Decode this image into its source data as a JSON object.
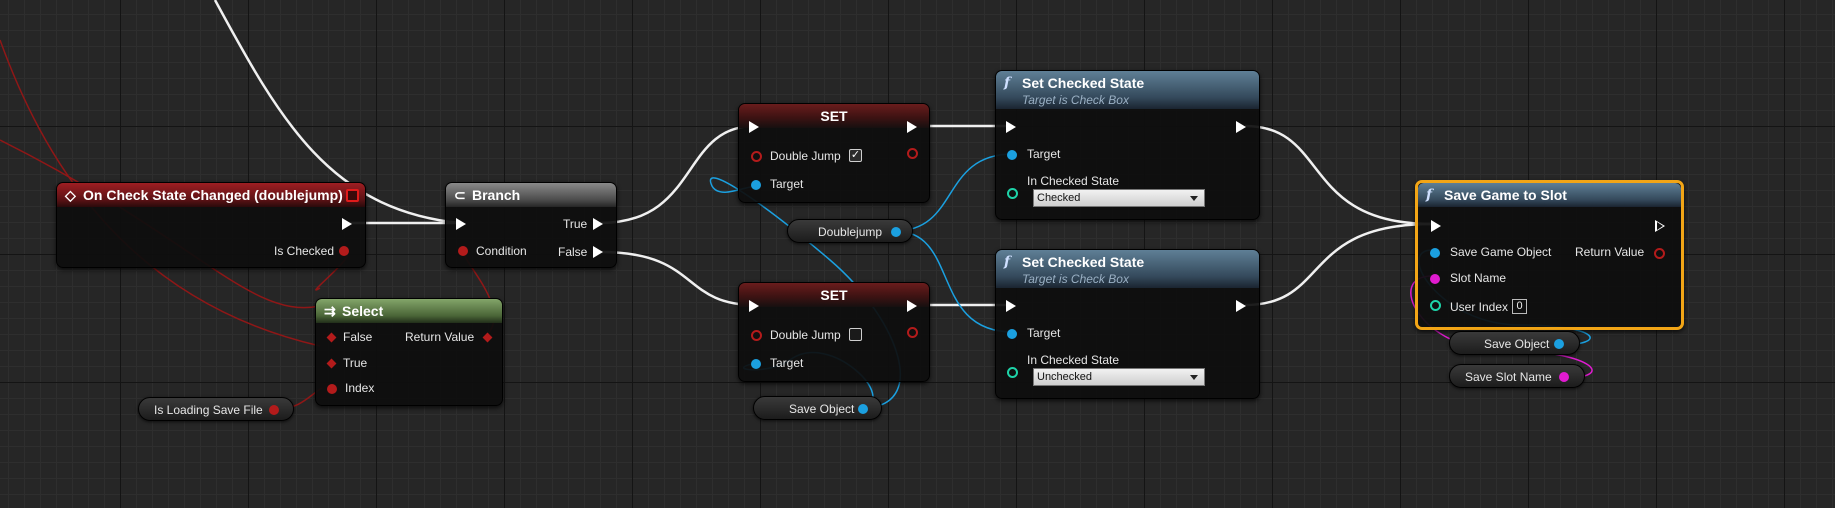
{
  "colors": {
    "exec": "#ffffff",
    "bool": "#b31b1b",
    "object": "#1ba0e0",
    "string": "#e01bd0",
    "int": "#1ed3a8",
    "selected_outline": "#f2a516"
  },
  "nodes": {
    "event": {
      "icon": "event-diamond-icon",
      "title": "On Check State Changed (doublejump)",
      "out_bool": "Is Checked"
    },
    "branch": {
      "icon": "branch-icon",
      "title": "Branch",
      "in_cond": "Condition",
      "out_true": "True",
      "out_false": "False"
    },
    "select": {
      "icon": "select-icon",
      "title": "Select",
      "in_false": "False",
      "in_true": "True",
      "in_index": "Index",
      "out_ret": "Return Value"
    },
    "is_loading": {
      "label": "Is Loading Save File"
    },
    "set_true": {
      "title": "SET",
      "pin_bool": "Double Jump",
      "bool_value": true,
      "pin_target": "Target"
    },
    "set_false": {
      "title": "SET",
      "pin_bool": "Double Jump",
      "bool_value": false,
      "pin_target": "Target"
    },
    "doublejump_var": {
      "label": "Doublejump"
    },
    "save_object_var_left": {
      "label": "Save Object"
    },
    "set_checked_1": {
      "icon": "function-icon",
      "title": "Set Checked State",
      "subtitle": "Target is Check Box",
      "pin_target": "Target",
      "pin_state": "In Checked State",
      "state_value": "Checked"
    },
    "set_checked_2": {
      "icon": "function-icon",
      "title": "Set Checked State",
      "subtitle": "Target is Check Box",
      "pin_target": "Target",
      "pin_state": "In Checked State",
      "state_value": "Unchecked"
    },
    "save_game": {
      "icon": "function-icon",
      "title": "Save Game to Slot",
      "pin_save_obj": "Save Game Object",
      "pin_slot": "Slot Name",
      "pin_user": "User Index",
      "user_index": "0",
      "out_ret": "Return Value"
    },
    "save_object_var_right": {
      "label": "Save Object"
    },
    "save_slot_name_var": {
      "label": "Save Slot Name"
    }
  }
}
